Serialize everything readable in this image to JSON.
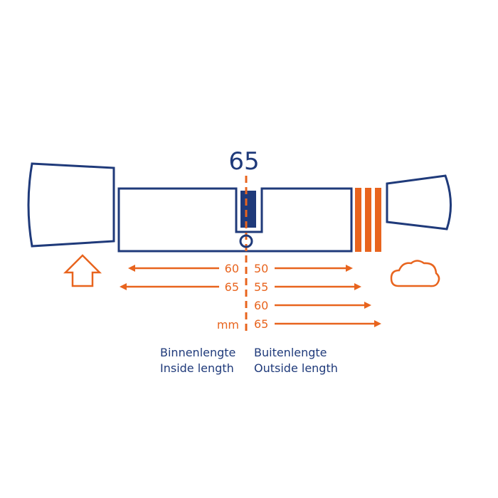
{
  "top_label": "65",
  "left_lengths": [
    "60",
    "65"
  ],
  "right_lengths": [
    "50",
    "55",
    "60",
    "65"
  ],
  "unit": "mm",
  "left_caption": {
    "line1": "Binnenlengte",
    "line2": "Inside length"
  },
  "right_caption": {
    "line1": "Buitenlengte",
    "line2": "Outside length"
  },
  "icons": {
    "left": "home-icon",
    "right": "cloud-icon"
  },
  "colors": {
    "navy": "#1f3a7a",
    "orange": "#e8641e",
    "blue_fill": "#1f3a7a"
  }
}
